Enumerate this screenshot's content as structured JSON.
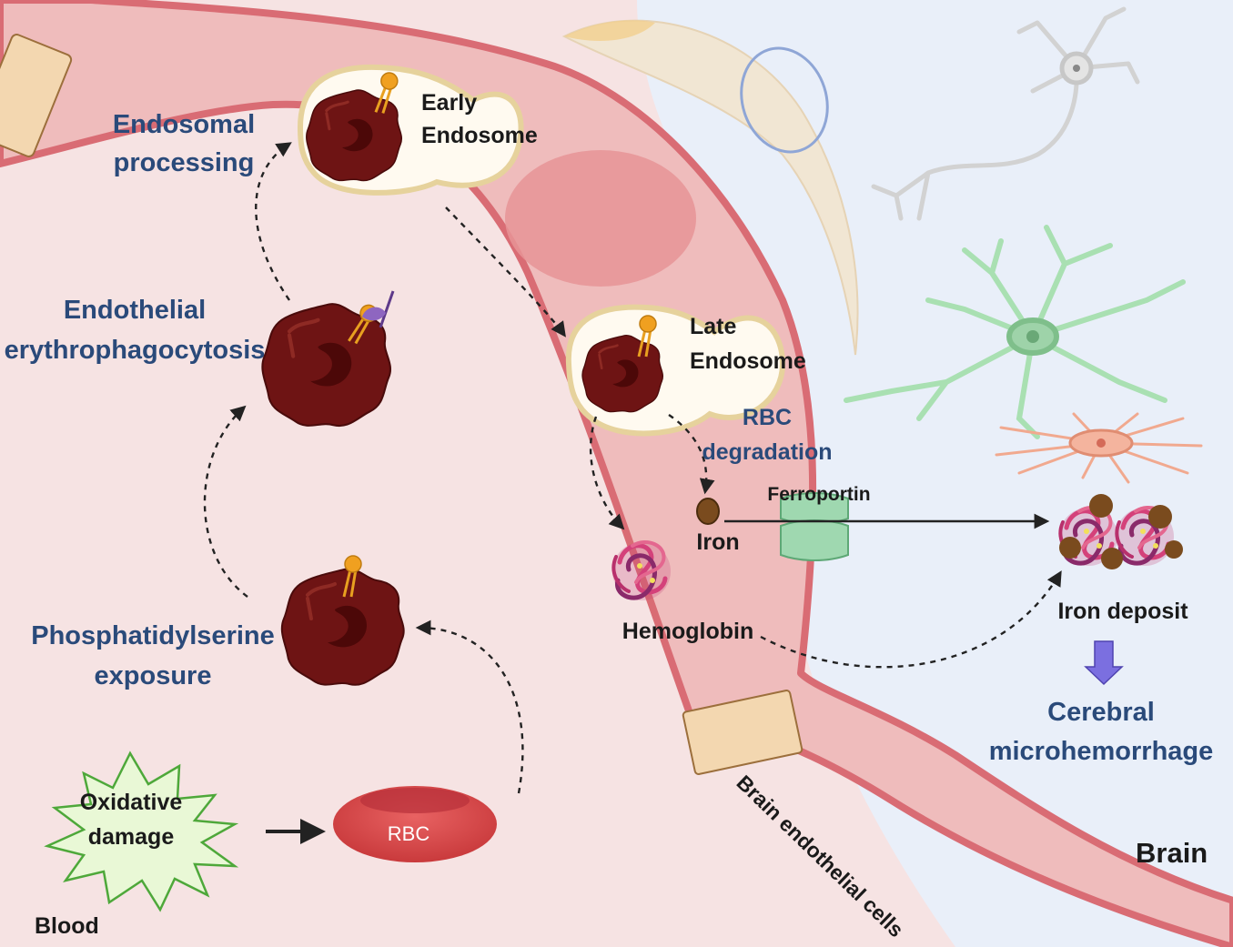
{
  "labels": {
    "endosomal_line1": "Endosomal",
    "endosomal_line2": "processing",
    "early_line1": "Early",
    "early_line2": "Endosome",
    "late_line1": "Late",
    "late_line2": "Endosome",
    "endothelial_line1": "Endothelial",
    "endothelial_line2": "erythrophagocytosis",
    "rbc_deg_line1": "RBC",
    "rbc_deg_line2": "degradation",
    "ferroportin": "Ferroportin",
    "iron": "Iron",
    "hemoglobin": "Hemoglobin",
    "iron_deposit": "Iron deposit",
    "cerebral_line1": "Cerebral",
    "cerebral_line2": "microhemorrhage",
    "ps_line1": "Phosphatidylserine",
    "ps_line2": "exposure",
    "oxidative_line1": "Oxidative",
    "oxidative_line2": "damage",
    "rbc": "RBC",
    "blood": "Blood",
    "brain": "Brain",
    "brain_endothelial": "Brain endothelial cells"
  },
  "colors": {
    "blood_bg": "#f6e3e3",
    "brain_bg": "#e9eff9",
    "endothelium_fill": "#efbcbc",
    "endothelium_border": "#d96c74",
    "rbc_dark": "#6e1414",
    "ps_marker": "#f0a020",
    "label_blue": "#2a4a7a",
    "ferroportin_green": "#9fd8b0",
    "neuron_gray": "#d6d6d6",
    "astrocyte_green": "#a9e0b2",
    "pericyte_orange": "#f1a98f",
    "arrow_purple": "#7b6fe0"
  },
  "icons": [
    "neuron-icon",
    "astrocyte-icon",
    "microglia-icon",
    "red-blood-cell-icon",
    "hemoglobin-icon",
    "ferroportin-icon"
  ]
}
